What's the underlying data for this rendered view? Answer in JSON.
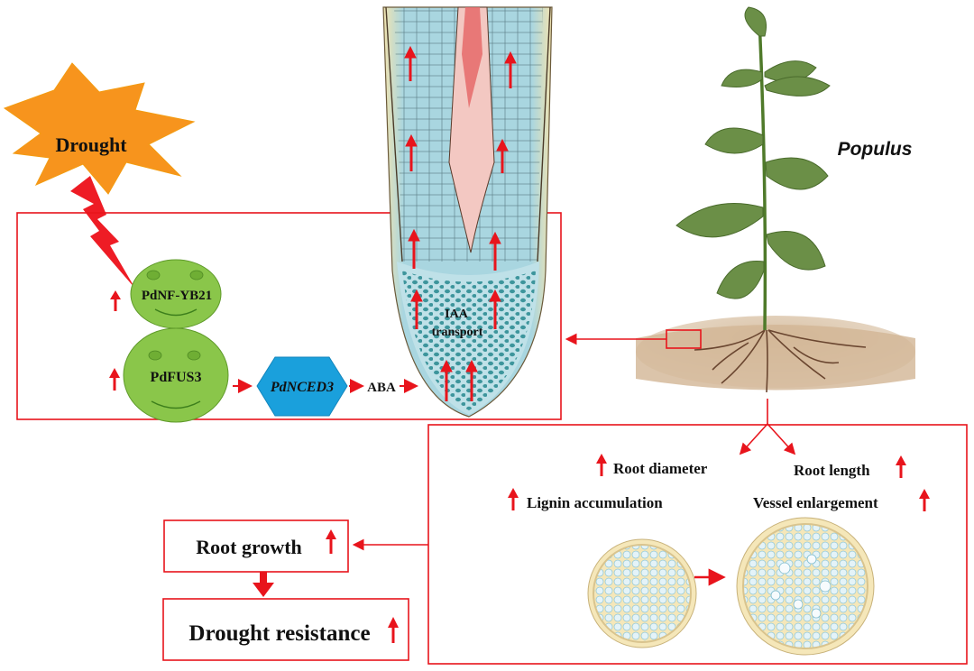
{
  "stress": {
    "label": "Drought"
  },
  "genes": {
    "nfyb21": "PdNF-YB21",
    "fus3": "PdFUS3",
    "nced3": "PdNCED3"
  },
  "hormones": {
    "aba": "ABA",
    "iaa_line1": "IAA",
    "iaa_line2": "transport"
  },
  "plant": {
    "name": "Populus"
  },
  "phenotypes": {
    "root_diameter": "Root diameter",
    "root_length": "Root length",
    "lignin": "Lignin accumulation",
    "vessel": "Vessel enlargement"
  },
  "outcomes": {
    "root_growth": "Root growth",
    "drought_resistance": "Drought resistance"
  },
  "colors": {
    "accent_red": "#e8141c",
    "protein_green": "#8ac64a",
    "nced_blue": "#1aa0dc",
    "drought_orange": "#f7941d",
    "root_cyan": "#a9d6e0",
    "soil_brown": "#b08a6a"
  },
  "icons": [
    "up-arrow-icon",
    "lightning-bolt-icon",
    "smiley-face-icon"
  ]
}
